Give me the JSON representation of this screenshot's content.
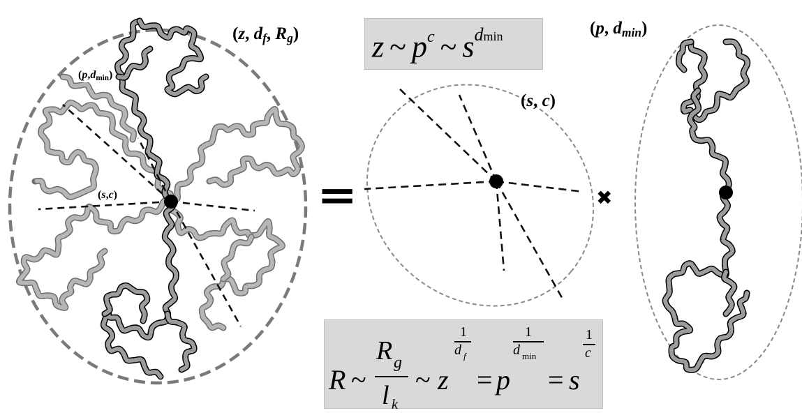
{
  "labels": {
    "whole_params": [
      "z",
      "d",
      "f",
      "R",
      "g"
    ],
    "path_left": [
      "p",
      "d",
      "min"
    ],
    "star_left": [
      "s",
      "c"
    ],
    "star_mid": [
      "s",
      "c"
    ],
    "path_right": [
      "p",
      "d",
      "min"
    ]
  },
  "formula_top": {
    "z": "z",
    "tilde": "~",
    "p": "p",
    "c": "c",
    "s": "s",
    "d": "d",
    "min": "min"
  },
  "formula_bottom": {
    "R": "R",
    "tilde": "~",
    "Rg_R": "R",
    "Rg_g": "g",
    "lk_l": "l",
    "lk_k": "k",
    "z": "z",
    "one": "1",
    "df_d": "d",
    "df_f": "f",
    "eq": "=",
    "p": "p",
    "dmin_d": "d",
    "dmin_min": "min",
    "s": "s",
    "c": "c"
  },
  "symbols": {
    "equals": "=",
    "times": "✖"
  },
  "colors": {
    "backbone": "#1a1a1a",
    "branch": "#9a9a9a",
    "box_fill": "#d9d9d9",
    "ellipse_left": "#7a7a7a",
    "ellipse_thin": "#8a8a8a"
  }
}
